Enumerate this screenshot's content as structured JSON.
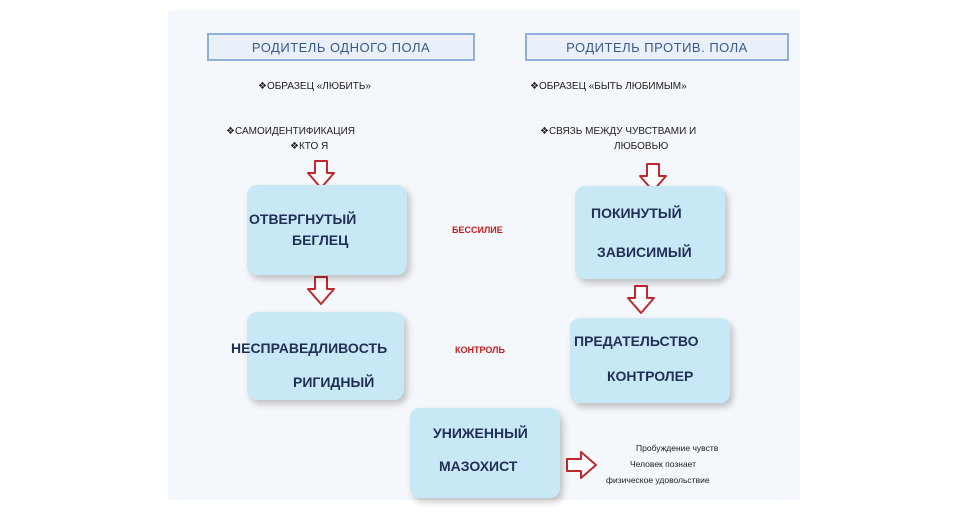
{
  "headers": {
    "left": "РОДИТЕЛЬ ОДНОГО ПОЛА",
    "right": "РОДИТЕЛЬ ПРОТИВ. ПОЛА"
  },
  "left_points": [
    "❖ОБРАЗЕЦ «ЛЮБИТЬ»",
    "❖САМОИДЕНТИФИКАЦИЯ",
    "❖КТО Я"
  ],
  "right_points": [
    "❖ОБРАЗЕЦ «БЫТЬ ЛЮБИМЫМ»",
    "❖СВЯЗЬ МЕЖДУ ЧУВСТВАМИ И",
    "ЛЮБОВЬЮ"
  ],
  "boxes": {
    "rejected": [
      "ОТВЕРГНУТЫЙ",
      "БЕГЛЕЦ"
    ],
    "abandoned": [
      "ПОКИНУТЫЙ",
      "ЗАВИСИМЫЙ"
    ],
    "injustice": [
      "НЕСПРАВЕДЛИВОСТЬ",
      "РИГИДНЫЙ"
    ],
    "betrayal": [
      "ПРЕДАТЕЛЬСТВО",
      "КОНТРОЛЕР"
    ],
    "humiliated": [
      "УНИЖЕННЫЙ",
      "МАЗОХИСТ"
    ]
  },
  "middle_labels": {
    "powerlessness": "БЕССИЛИЕ",
    "control": "КОНТРОЛЬ"
  },
  "note_lines": [
    "Пробуждение чувств",
    "Человек познает",
    "физическое удовольствие"
  ],
  "colors": {
    "box_fill": "#c9e8f5",
    "arrow": "#c0282d",
    "header_border": "#8fb0d8",
    "header_text": "#3a5a8c",
    "accent_text": "#cc1a1a"
  }
}
